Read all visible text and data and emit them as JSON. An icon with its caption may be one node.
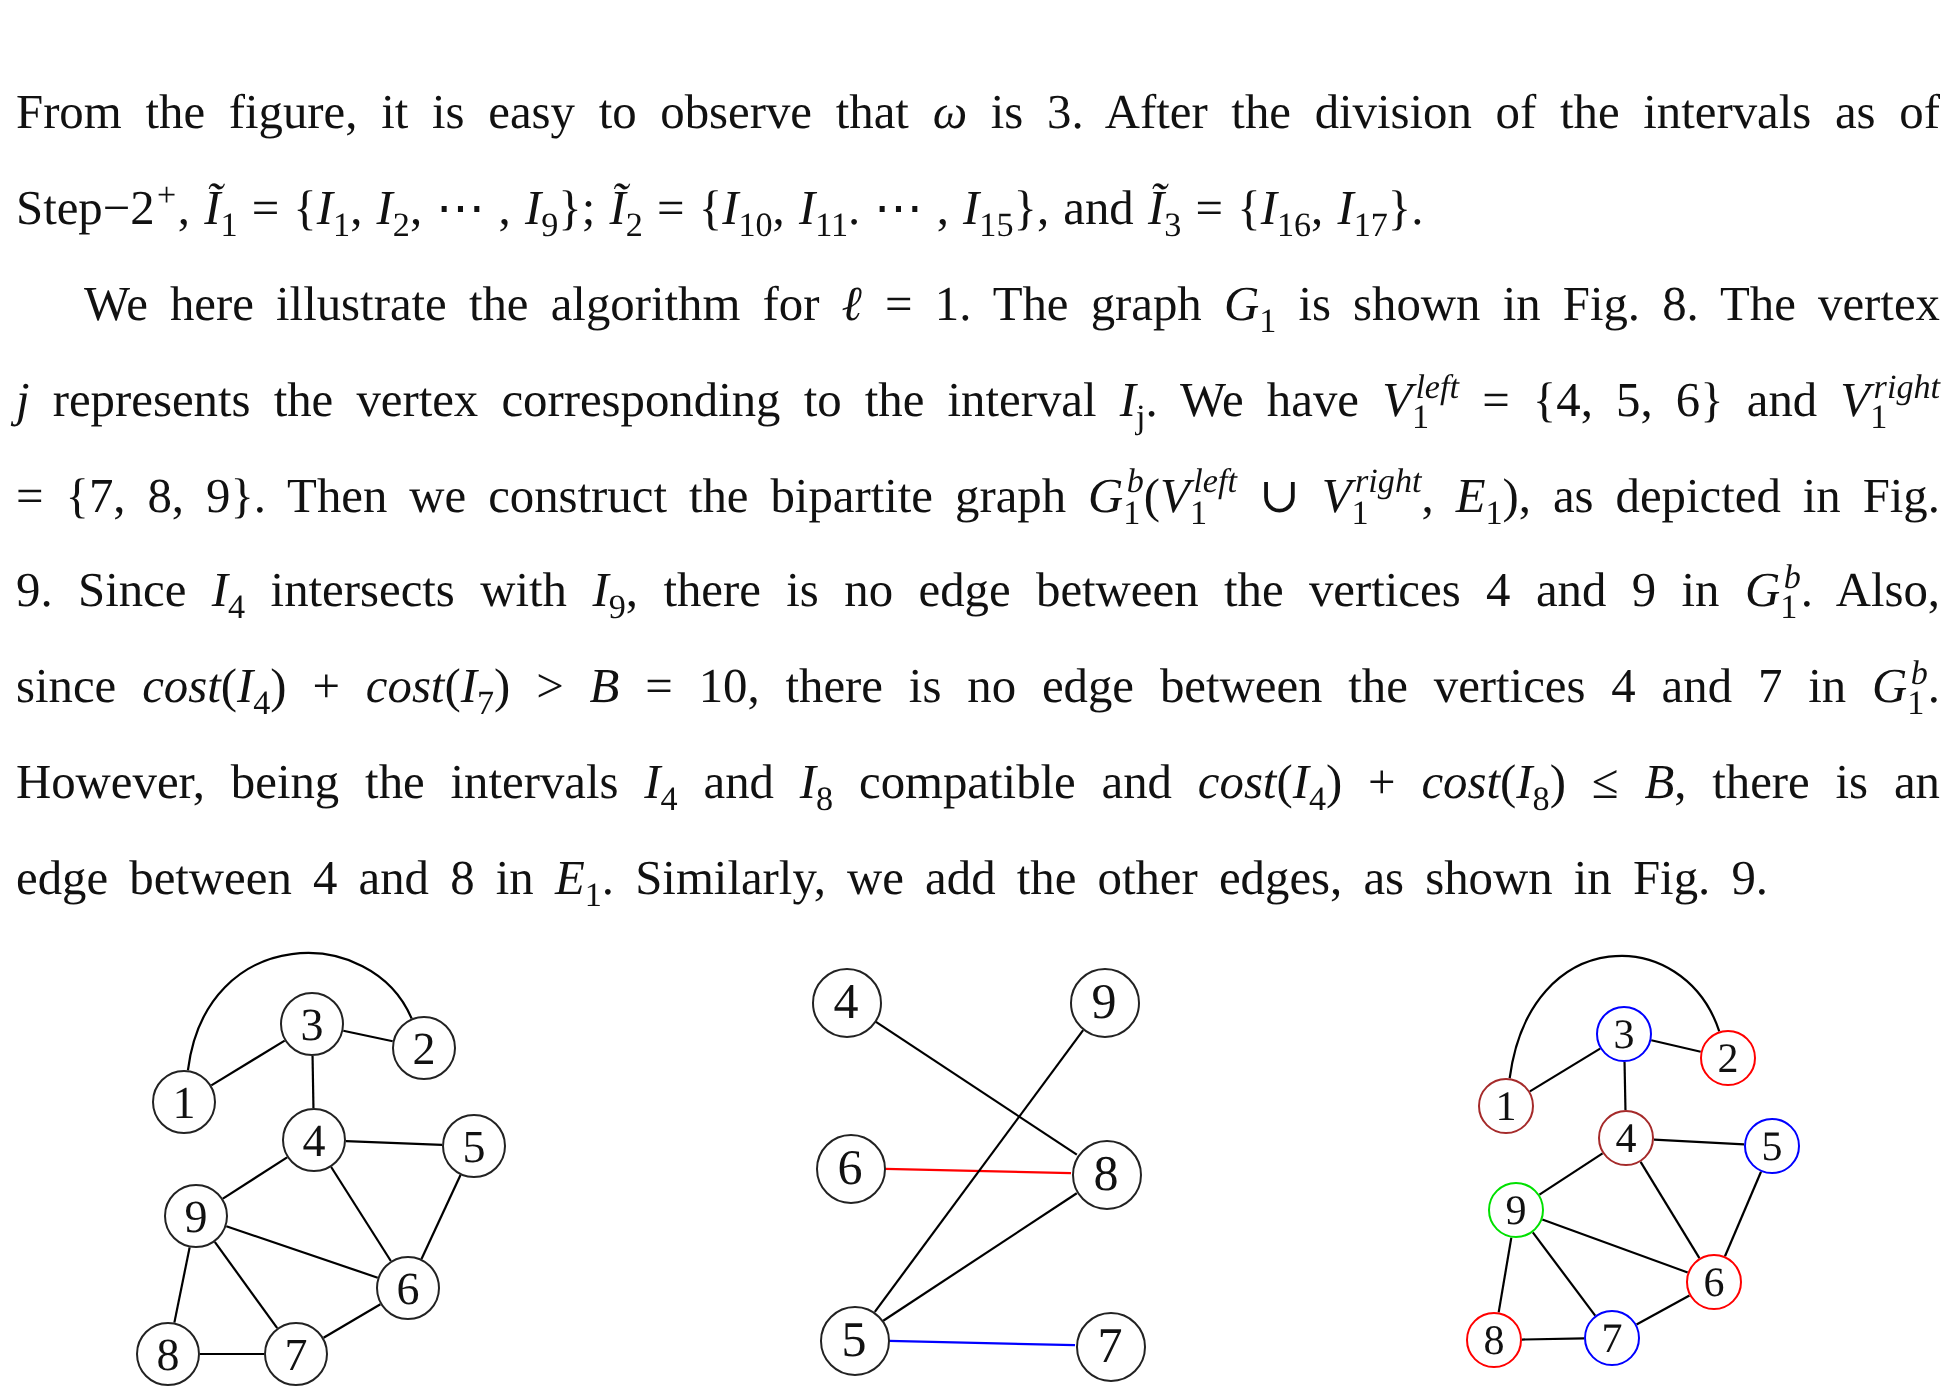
{
  "diagram": {
    "nodes": [
      {
        "text": [
          "1"
        ]
      },
      {
        "text": [
          "2"
        ]
      },
      {
        "text": [
          "3"
        ]
      },
      {
        "text": [
          "4"
        ]
      },
      {
        "text": [
          "5"
        ]
      },
      {
        "text": [
          "6"
        ]
      },
      {
        "text": [
          "7"
        ]
      },
      {
        "text": [
          "8"
        ]
      },
      {
        "text": [
          "9"
        ]
      },
      {
        "text": [
          "4"
        ]
      },
      {
        "text": [
          "9"
        ]
      },
      {
        "text": [
          "6"
        ]
      },
      {
        "text": [
          "8"
        ]
      },
      {
        "text": [
          "5"
        ]
      },
      {
        "text": [
          "7"
        ]
      },
      {
        "text": [
          "1"
        ]
      },
      {
        "text": [
          "2"
        ]
      },
      {
        "text": [
          "3"
        ]
      },
      {
        "text": [
          "4"
        ]
      },
      {
        "text": [
          "5"
        ]
      },
      {
        "text": [
          "6"
        ]
      },
      {
        "text": [
          "7"
        ]
      },
      {
        "text": [
          "8"
        ]
      },
      {
        "text": [
          "9"
        ]
      }
    ],
    "edges": [
      {
        "from": 0,
        "to": 1,
        "arrow": "none"
      },
      {
        "from": 0,
        "to": 2,
        "arrow": "none"
      },
      {
        "from": 2,
        "to": 1,
        "arrow": "none"
      },
      {
        "from": 2,
        "to": 3,
        "arrow": "none"
      },
      {
        "from": 3,
        "to": 4,
        "arrow": "none"
      },
      {
        "from": 3,
        "to": 8,
        "arrow": "none"
      },
      {
        "from": 3,
        "to": 5,
        "arrow": "none"
      },
      {
        "from": 4,
        "to": 5,
        "arrow": "none"
      },
      {
        "from": 8,
        "to": 5,
        "arrow": "none"
      },
      {
        "from": 8,
        "to": 7,
        "arrow": "none"
      },
      {
        "from": 8,
        "to": 6,
        "arrow": "none"
      },
      {
        "from": 7,
        "to": 6,
        "arrow": "none"
      },
      {
        "from": 6,
        "to": 5,
        "arrow": "none"
      },
      {
        "from": 9,
        "to": 12,
        "arrow": "none"
      },
      {
        "from": 11,
        "to": 12,
        "arrow": "none",
        "color": "#ff0000"
      },
      {
        "from": 13,
        "to": 10,
        "arrow": "none"
      },
      {
        "from": 13,
        "to": 12,
        "arrow": "none"
      },
      {
        "from": 13,
        "to": 14,
        "arrow": "none",
        "color": "#0000ff"
      },
      {
        "from": 15,
        "to": 16,
        "arrow": "none"
      },
      {
        "from": 15,
        "to": 17,
        "arrow": "none"
      },
      {
        "from": 17,
        "to": 16,
        "arrow": "none"
      },
      {
        "from": 17,
        "to": 18,
        "arrow": "none"
      },
      {
        "from": 18,
        "to": 19,
        "arrow": "none"
      },
      {
        "from": 18,
        "to": 23,
        "arrow": "none"
      },
      {
        "from": 18,
        "to": 20,
        "arrow": "none"
      },
      {
        "from": 19,
        "to": 20,
        "arrow": "none"
      },
      {
        "from": 23,
        "to": 20,
        "arrow": "none"
      },
      {
        "from": 23,
        "to": 22,
        "arrow": "none"
      },
      {
        "from": 23,
        "to": 21,
        "arrow": "none"
      },
      {
        "from": 22,
        "to": 21,
        "arrow": "none"
      },
      {
        "from": 21,
        "to": 20,
        "arrow": "none"
      }
    ],
    "labels": [
      "From the figure, it is easy to observe that *ω* is 3. After the division of the intervals as of Step−2$^{+}$, *Ĩ*$_{1}$ = {*I*$_{1}$, *I*$_{2}$, ⋯ , *I*$_{9}$}; *Ĩ*$_{2}$ = {*I*$_{10}$, *I*$_{11}$. ⋯ , *I*$_{15}$}, and *Ĩ*$_{3}$ = {*I*$_{16}$, *I*$_{17}$}.",
      "We here illustrate the algorithm for *ℓ* = 1. The graph *G*$_{1}$ is shown in Fig. 8. The vertex *j* represents the vertex corresponding to the interval *I*$_{j}$. We have *V*$_{1}$$^{left}$ = {4, 5, 6} and *V*$_{1}$$^{right}$ = {7, 8, 9}. Then we construct the bipartite graph *G*$_{1}$$^{b}$(*V*$_{1}$$^{left}$ ∪ *V*$_{1}$$^{right}$, *E*$_{1}$), as depicted in Fig. 9. Since *I*$_{4}$ intersects with *I*$_{9}$, there is no edge between the vertices 4 and 9 in *G*$_{1}$$^{b}$. Also, since *cost*(*I*$_{4}$) + *cost*(*I*$_{7}$) > *B* = 10, there is no edge between the vertices 4 and 7 in *G*$_{1}$$^{b}$. However, being the intervals *I*$_{4}$ and *I*$_{8}$ compatible and *cost*(*I*$_{4}$) + *cost*(*I*$_{8}$) ≤ *B*, there is an edge between 4 and 8 in *E*$_{1}$. Similarly, we add the other edges, as shown in Fig. 9."
    ]
  }
}
